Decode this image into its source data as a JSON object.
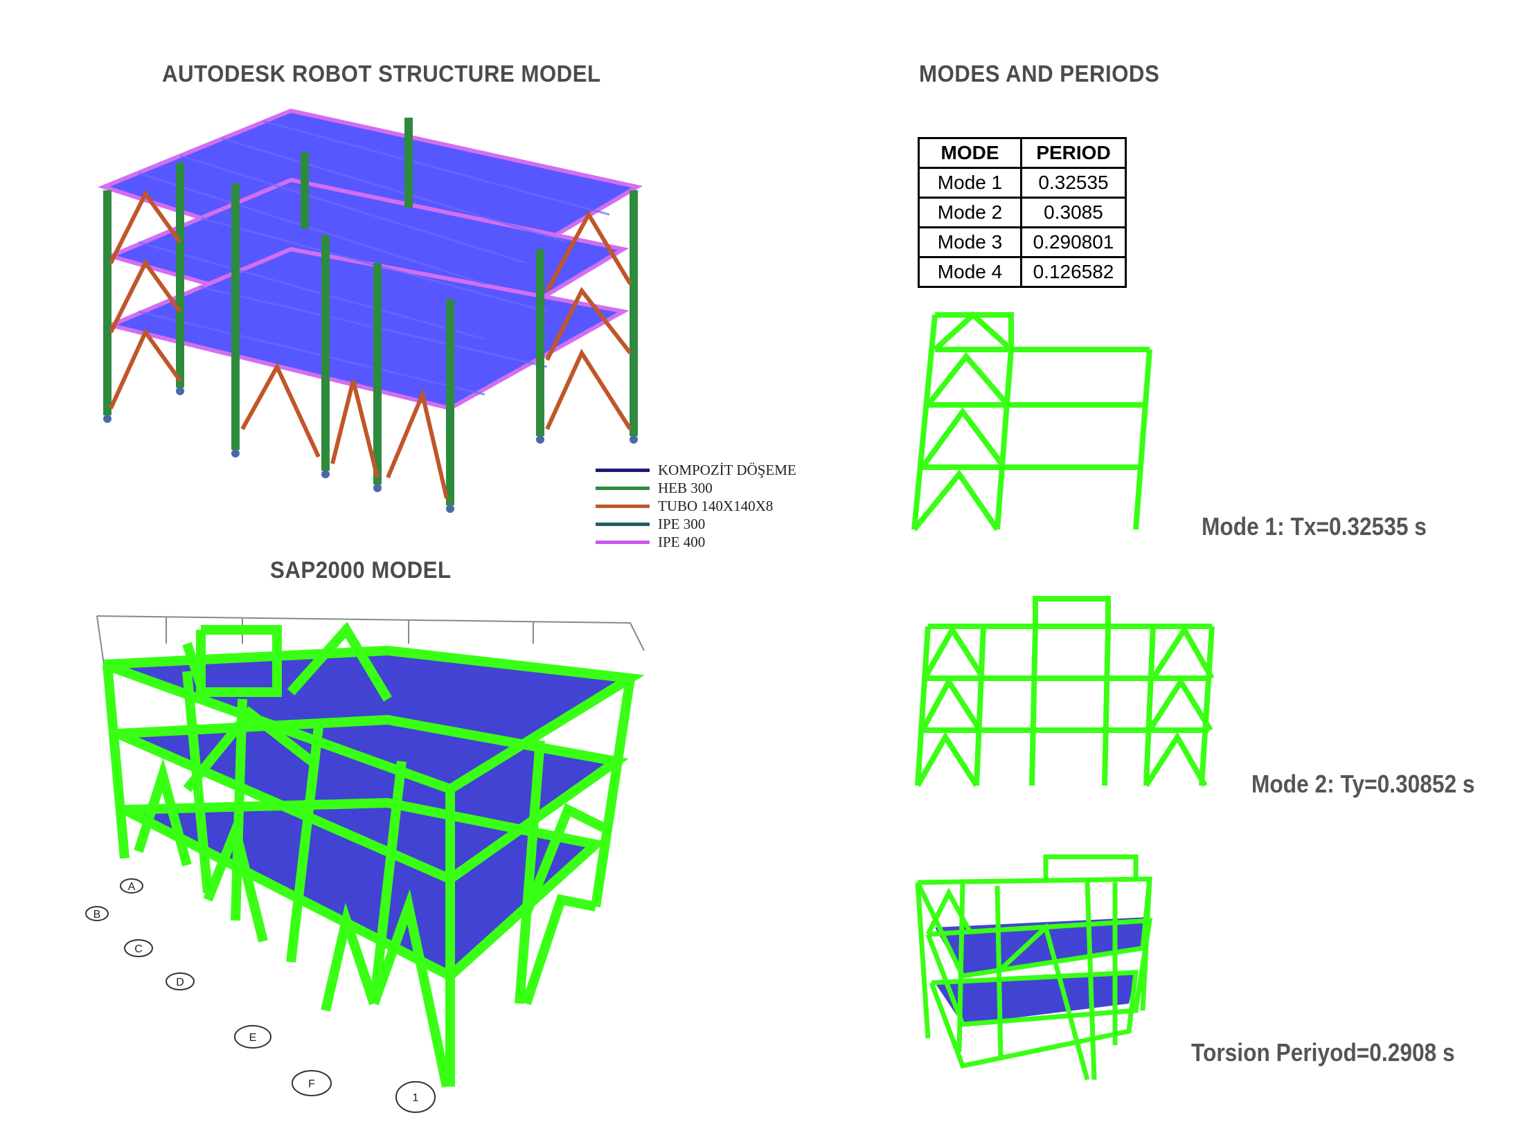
{
  "titles": {
    "robot": "AUTODESK ROBOT STRUCTURE MODEL",
    "sap": "SAP2000 MODEL",
    "modes": "MODES AND PERIODS"
  },
  "table": {
    "headers": [
      "MODE",
      "PERIOD"
    ],
    "rows": [
      {
        "mode": "Mode 1",
        "period": "0.32535"
      },
      {
        "mode": "Mode 2",
        "period": "0.3085"
      },
      {
        "mode": "Mode 3",
        "period": "0.290801"
      },
      {
        "mode": "Mode 4",
        "period": "0.126582"
      }
    ]
  },
  "legend": [
    {
      "label": "KOMPOZİT DÖŞEME",
      "color": "#1a1a7a"
    },
    {
      "label": "HEB 300",
      "color": "#2e8b3e"
    },
    {
      "label": "TUBO 140X140X8",
      "color": "#c0562a"
    },
    {
      "label": "IPE 300",
      "color": "#1f5f5f"
    },
    {
      "label": "IPE 400",
      "color": "#cc55ee"
    }
  ],
  "captions": {
    "mode1": "Mode 1: Tx=0.32535 s",
    "mode2": "Mode 2: Ty=0.30852 s",
    "torsion": "Torsion Periyod=0.2908 s"
  },
  "grid_labels": [
    "A",
    "B",
    "C",
    "D",
    "E",
    "F",
    "1"
  ],
  "colors": {
    "frame_green": "#39ff14",
    "slab_blue": "#2222cc",
    "robot_slab": "#3a3aff",
    "robot_beam": "#cc55ee",
    "robot_column": "#2e8b3e",
    "robot_brace": "#c0562a"
  }
}
